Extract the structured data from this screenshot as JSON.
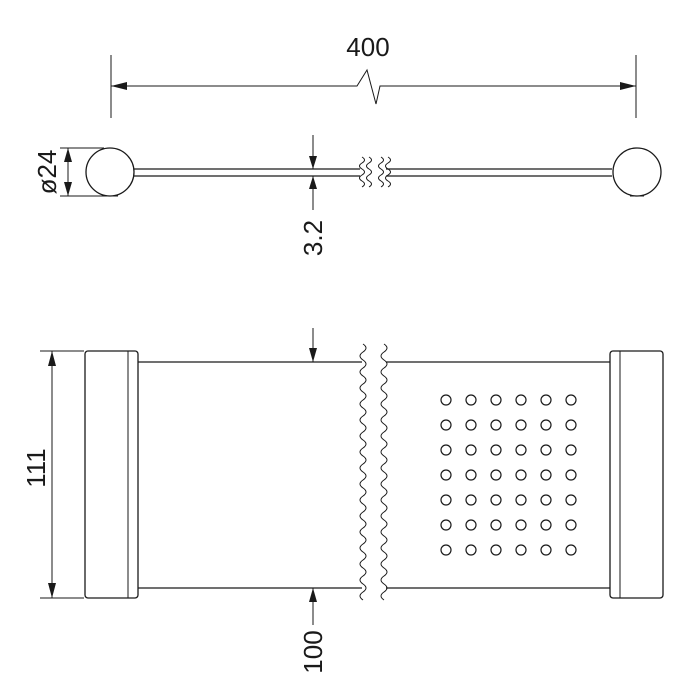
{
  "dimensions": {
    "overall_length": "400",
    "sphere_diameter": "ø24",
    "rod_diameter": "3.2",
    "overall_depth": "111",
    "shelf_depth": "100"
  },
  "perforation": {
    "rows": 7,
    "cols": 6
  }
}
